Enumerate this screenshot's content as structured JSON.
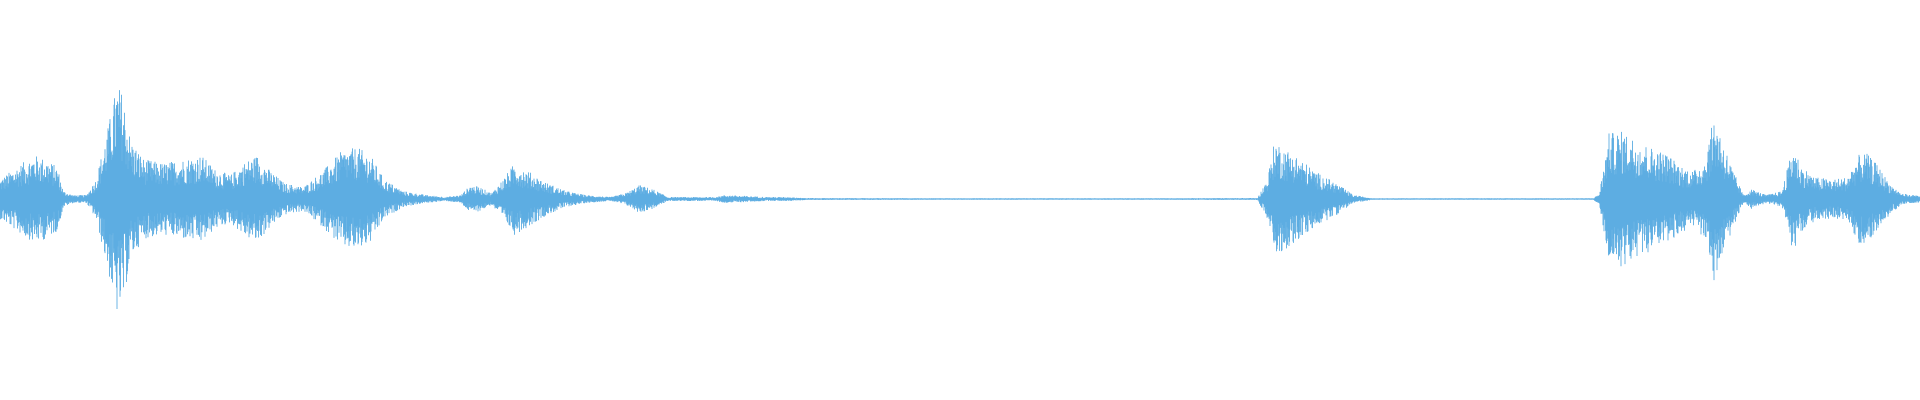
{
  "waveform": {
    "color": "#5dade2",
    "background": "#ffffff",
    "envelope": [
      [
        0.0,
        0.1
      ],
      [
        0.01,
        0.17
      ],
      [
        0.018,
        0.22
      ],
      [
        0.024,
        0.2
      ],
      [
        0.03,
        0.16
      ],
      [
        0.033,
        0.04
      ],
      [
        0.038,
        0.02
      ],
      [
        0.045,
        0.02
      ],
      [
        0.05,
        0.1
      ],
      [
        0.056,
        0.35
      ],
      [
        0.061,
        0.58
      ],
      [
        0.064,
        0.53
      ],
      [
        0.068,
        0.3
      ],
      [
        0.075,
        0.2
      ],
      [
        0.085,
        0.18
      ],
      [
        0.095,
        0.2
      ],
      [
        0.105,
        0.22
      ],
      [
        0.112,
        0.15
      ],
      [
        0.12,
        0.12
      ],
      [
        0.128,
        0.19
      ],
      [
        0.134,
        0.22
      ],
      [
        0.14,
        0.15
      ],
      [
        0.148,
        0.08
      ],
      [
        0.158,
        0.06
      ],
      [
        0.168,
        0.14
      ],
      [
        0.178,
        0.24
      ],
      [
        0.186,
        0.26
      ],
      [
        0.193,
        0.22
      ],
      [
        0.2,
        0.1
      ],
      [
        0.21,
        0.04
      ],
      [
        0.222,
        0.02
      ],
      [
        0.232,
        0.01
      ],
      [
        0.24,
        0.02
      ],
      [
        0.245,
        0.07
      ],
      [
        0.25,
        0.06
      ],
      [
        0.256,
        0.03
      ],
      [
        0.262,
        0.1
      ],
      [
        0.268,
        0.18
      ],
      [
        0.275,
        0.14
      ],
      [
        0.285,
        0.08
      ],
      [
        0.295,
        0.04
      ],
      [
        0.305,
        0.02
      ],
      [
        0.318,
        0.01
      ],
      [
        0.326,
        0.03
      ],
      [
        0.333,
        0.07
      ],
      [
        0.34,
        0.05
      ],
      [
        0.348,
        0.01
      ],
      [
        0.36,
        0.01
      ],
      [
        0.372,
        0.01
      ],
      [
        0.378,
        0.02
      ],
      [
        0.4,
        0.01
      ],
      [
        0.412,
        0.01
      ],
      [
        0.42,
        0.005
      ],
      [
        0.5,
        0.004
      ],
      [
        0.6,
        0.004
      ],
      [
        0.65,
        0.005
      ],
      [
        0.655,
        0.005
      ],
      [
        0.66,
        0.1
      ],
      [
        0.664,
        0.3
      ],
      [
        0.668,
        0.26
      ],
      [
        0.675,
        0.22
      ],
      [
        0.685,
        0.14
      ],
      [
        0.696,
        0.08
      ],
      [
        0.705,
        0.02
      ],
      [
        0.715,
        0.004
      ],
      [
        0.76,
        0.004
      ],
      [
        0.8,
        0.004
      ],
      [
        0.83,
        0.004
      ],
      [
        0.833,
        0.03
      ],
      [
        0.838,
        0.33
      ],
      [
        0.845,
        0.34
      ],
      [
        0.852,
        0.3
      ],
      [
        0.86,
        0.26
      ],
      [
        0.868,
        0.23
      ],
      [
        0.875,
        0.17
      ],
      [
        0.882,
        0.14
      ],
      [
        0.888,
        0.2
      ],
      [
        0.893,
        0.43
      ],
      [
        0.897,
        0.3
      ],
      [
        0.902,
        0.16
      ],
      [
        0.908,
        0.02
      ],
      [
        0.912,
        0.05
      ],
      [
        0.92,
        0.02
      ],
      [
        0.928,
        0.04
      ],
      [
        0.934,
        0.27
      ],
      [
        0.938,
        0.17
      ],
      [
        0.945,
        0.11
      ],
      [
        0.955,
        0.1
      ],
      [
        0.962,
        0.11
      ],
      [
        0.968,
        0.22
      ],
      [
        0.972,
        0.23
      ],
      [
        0.978,
        0.17
      ],
      [
        0.984,
        0.08
      ],
      [
        0.99,
        0.03
      ],
      [
        0.995,
        0.02
      ],
      [
        1.0,
        0.02
      ]
    ]
  }
}
